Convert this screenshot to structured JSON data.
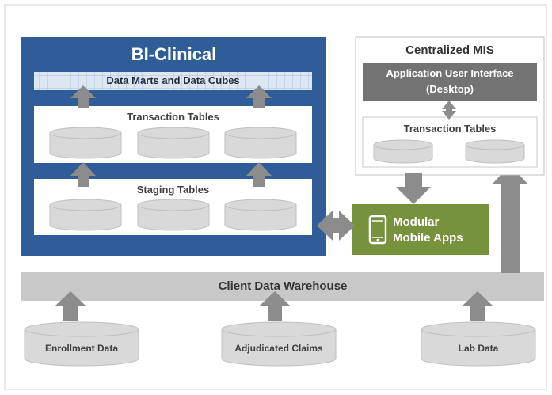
{
  "bi_clinical": {
    "title": "BI-Clinical",
    "data_marts_label": "Data Marts and Data Cubes",
    "transaction_tables_label": "Transaction Tables",
    "staging_tables_label": "Staging Tables"
  },
  "centralized_mis": {
    "title": "Centralized MIS",
    "app_ui_line1": "Application User Interface",
    "app_ui_line2": "(Desktop)",
    "transaction_tables_label": "Transaction Tables"
  },
  "mobile": {
    "line1": "Modular",
    "line2": "Mobile Apps"
  },
  "warehouse": {
    "label": "Client Data Warehouse"
  },
  "sources": [
    {
      "label": "Enrollment Data"
    },
    {
      "label": "Adjudicated Claims"
    },
    {
      "label": "Lab Data"
    }
  ],
  "colors": {
    "bi_blue": "#2e5d97",
    "mobile_green": "#76923c",
    "arrow_gray": "#8c8c8c",
    "bar_gray": "#c8c8c8",
    "app_header_gray": "#737373",
    "cylinder_fill": "#d9d9d9",
    "cylinder_edge": "#bfbfbf"
  },
  "icons": {
    "mobile": "smartphone-icon"
  }
}
